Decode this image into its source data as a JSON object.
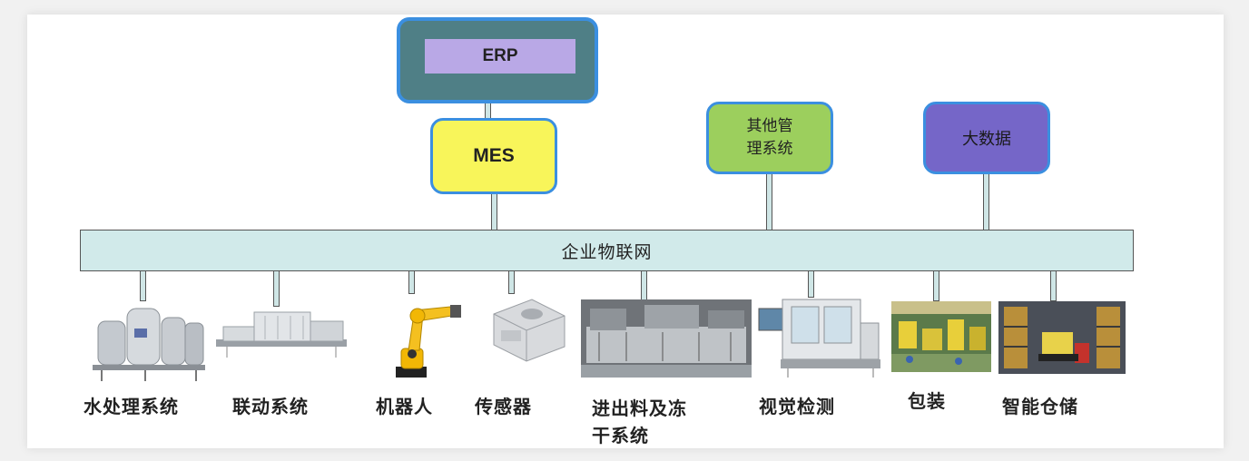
{
  "top_systems": {
    "erp": "ERP",
    "mes": "MES",
    "other_line1": "其他管",
    "other_line2": "理系统",
    "big_data": "大数据"
  },
  "bus": {
    "label": "企业物联网"
  },
  "devices": [
    {
      "label": "水处理系统",
      "icon": "water-treatment-tanks"
    },
    {
      "label": "联动系统",
      "icon": "linked-conveyor-machine"
    },
    {
      "label": "机器人",
      "icon": "industrial-robot-arm"
    },
    {
      "label": "传感器",
      "icon": "sensor-block"
    },
    {
      "label_line1": "进出料及冻",
      "label_line2": "干系统",
      "icon": "freeze-dryer-line"
    },
    {
      "label": "视觉检测",
      "icon": "vision-inspection-machine"
    },
    {
      "label": "包装",
      "icon": "packaging-workshop"
    },
    {
      "label": "智能仓储",
      "icon": "smart-warehouse"
    }
  ],
  "colors": {
    "erp_outer": "#4f7f86",
    "erp_inner": "#b9a8e6",
    "mes": "#f8f55a",
    "other": "#9ccf5d",
    "big_data": "#7566c8",
    "bus": "#d1eaea",
    "border_accent": "#3b8fe0"
  }
}
